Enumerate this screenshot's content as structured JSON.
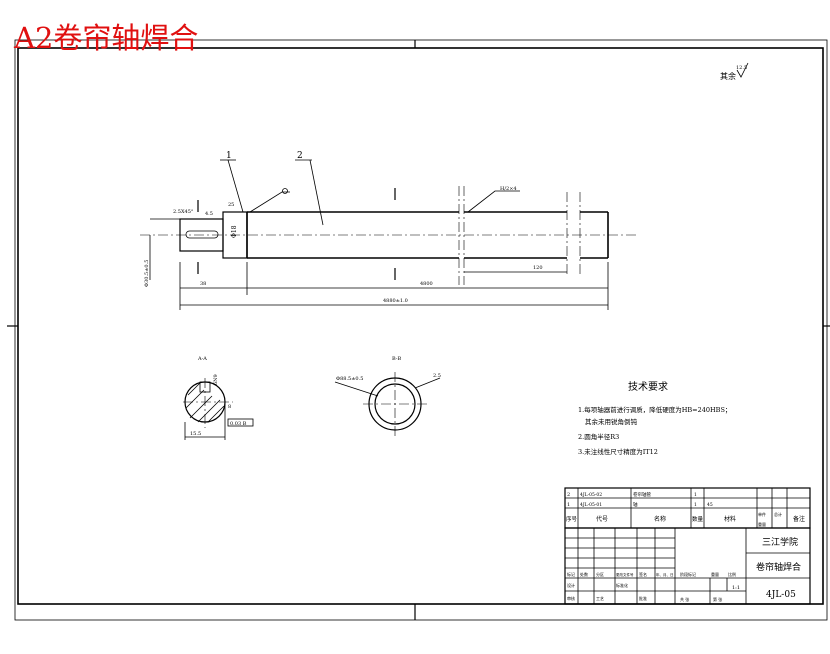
{
  "heading": "A2卷帘轴焊合",
  "roughness": "其余",
  "roughness_value": "12.5",
  "parts": {
    "p1": "1",
    "p2": "2"
  },
  "dims": {
    "total_length": "4880±1.0",
    "left_len": "38",
    "tube_len": "4800",
    "right_seg": "120",
    "key": "2.5X45°",
    "step": "4.5",
    "chamfer": "25",
    "shaft_dia": "Φ18",
    "left_dia": "Φ30.5±0.5",
    "weld1": "",
    "weld2": "H/2×4"
  },
  "section_a": {
    "label": "A-A",
    "width": "15.5",
    "keyw": "6N9",
    "depth": "8",
    "tol": "0.03 B"
  },
  "section_b": {
    "label": "B-B",
    "outer": "Φ88.5±0.5",
    "thick": "2.5"
  },
  "tech": {
    "title": "技术要求",
    "items": [
      "1.每项轴器前进行调质，降低硬度为HB=240HBS；",
      "其余未用锐角倒钝",
      "2.圆角半径R3",
      "3.未注线性尺寸精度为IT12"
    ]
  },
  "bom": {
    "rows": [
      {
        "code": "4JL-05-02",
        "name": "卷帘轴管",
        "qty": "1",
        "mat": ""
      },
      {
        "code": "4JL-05-01",
        "name": "轴",
        "qty": "1",
        "mat": "45"
      }
    ],
    "header": [
      "序号",
      "代号",
      "名称",
      "数量",
      "材料",
      "单件",
      "总计",
      "备注"
    ],
    "header_sub": "重量"
  },
  "title_block": {
    "school": "三江学院",
    "part_name": "卷帘轴焊合",
    "drawing_no": "4JL-05",
    "scale": "1:1",
    "labels": [
      "标记",
      "处数",
      "分区",
      "更改文件号",
      "签名",
      "年、月、日"
    ],
    "labels2": [
      "设计",
      "标准化",
      "阶段标记",
      "重量",
      "比例"
    ],
    "labels3": [
      "审核",
      "工艺",
      "批准",
      "共 张",
      "第 张"
    ]
  }
}
